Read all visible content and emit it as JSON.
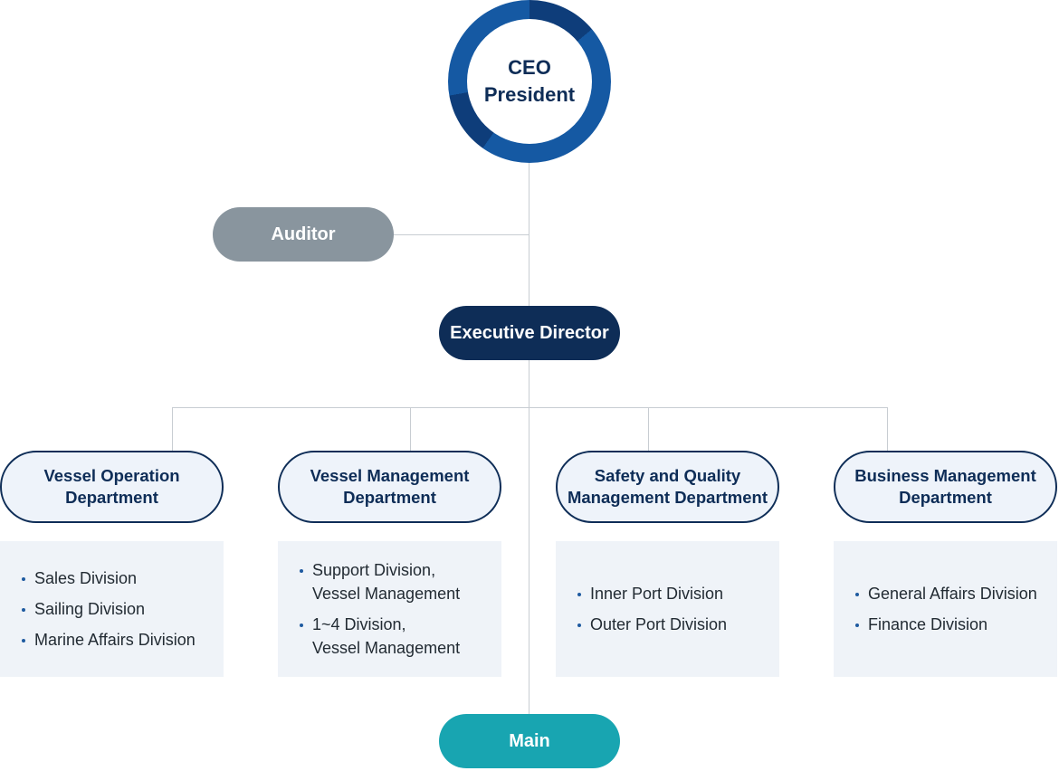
{
  "ceo": {
    "line1": "CEO",
    "line2": "President"
  },
  "auditor": {
    "label": "Auditor"
  },
  "executive": {
    "label": "Executive Director"
  },
  "main": {
    "label": "Main"
  },
  "departments": [
    {
      "name_line1": "Vessel Operation",
      "name_line2": "Department",
      "divisions": [
        {
          "line1": "Sales Division"
        },
        {
          "line1": "Sailing Division"
        },
        {
          "line1": "Marine Affairs Division"
        }
      ]
    },
    {
      "name_line1": "Vessel Management",
      "name_line2": "Department",
      "divisions": [
        {
          "line1": "Support Division,",
          "line2": "Vessel Management"
        },
        {
          "line1": "1~4 Division,",
          "line2": "Vessel Management"
        }
      ]
    },
    {
      "name_line1": "Safety and Quality",
      "name_line2": "Management Department",
      "divisions": [
        {
          "line1": "Inner Port Division"
        },
        {
          "line1": "Outer Port Division"
        }
      ]
    },
    {
      "name_line1": "Business Management",
      "name_line2": "Department",
      "divisions": [
        {
          "line1": "General Affairs Division"
        },
        {
          "line1": "Finance Division"
        }
      ]
    }
  ],
  "colors": {
    "navy": "#0e2d57",
    "ring_blue": "#1559a3",
    "auditor_gray": "#89959e",
    "teal": "#18a5b1",
    "panel_bg": "#eff3f8",
    "connector": "#c8cdd2"
  }
}
